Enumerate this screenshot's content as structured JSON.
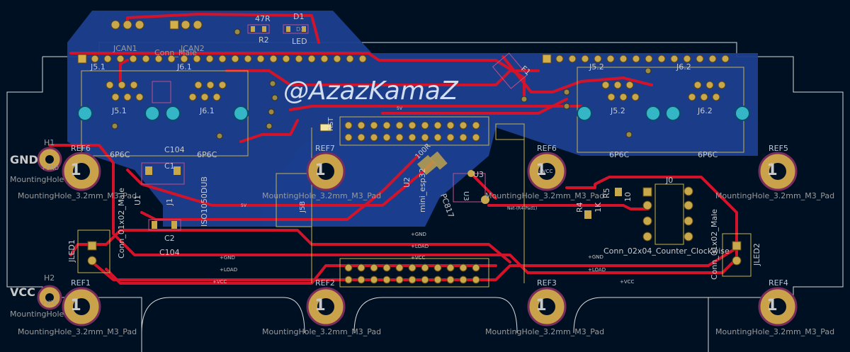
{
  "brand": "@AzazKamaZ",
  "mounting_holes": [
    {
      "ref": "REF6",
      "footprint": "MountingHole_3.2mm_M3_Pad",
      "num": "1"
    },
    {
      "ref": "REF7",
      "footprint": "MountingHole_3.2mm_M3_Pad",
      "num": "1"
    },
    {
      "ref": "REF6",
      "footprint": "MountingHole_3.2mm_M3_Pad",
      "num": "1"
    },
    {
      "ref": "REF5",
      "footprint": "MountingHole_3.2mm_M3_Pad",
      "num": "1"
    },
    {
      "ref": "REF1",
      "footprint": "MountingHole_3.2mm_M3_Pad",
      "num": "1"
    },
    {
      "ref": "REF2",
      "footprint": "MountingHole_3.2mm_M3_Pad",
      "num": "1"
    },
    {
      "ref": "REF3",
      "footprint": "MountingHole_3.2mm_M3_Pad",
      "num": "1"
    },
    {
      "ref": "REF4",
      "footprint": "MountingHole_3.2mm_M3_Pad",
      "num": "1"
    }
  ],
  "power_inputs": [
    {
      "net": "GND",
      "ref": "H1",
      "pad": "+GND",
      "footprint": "MountingHole"
    },
    {
      "net": "VCC",
      "ref": "H2",
      "pad": "+VCC",
      "footprint": "MountingHole"
    }
  ],
  "components": {
    "r2_value": "47R",
    "r2_ref": "R2",
    "d1_ref": "D1",
    "d1_value": "LED",
    "d1_pad": "D1",
    "jcan_left": "JCAN1",
    "jcan_right": "JCAN2",
    "conn_male": "Conn_Male",
    "j5_1_a": "J5.1",
    "j6_1_a": "J6.1",
    "j5_1_b": "J5.1",
    "j6_1_b": "J6.1",
    "j5_2_a": "J5.2",
    "j6_2_a": "J6.2",
    "j5_2_b": "J5.2",
    "j6_2_b": "J6.2",
    "conn_6p6c": "6P6C",
    "f1": "F1",
    "ic_iso": "ISO1050DUB",
    "u1": "U1",
    "j1": "J1",
    "c1": "C1",
    "c1_val": "C104",
    "c2": "C2",
    "c2_val": "C104",
    "u2": "U2",
    "u2_val": "mini_esp32",
    "rst": "RST",
    "j58": "J5B",
    "u3": "U3",
    "u3_val": "PC817",
    "r3": "100R",
    "r5": "R5",
    "r4": "R4",
    "r4_val": "1K",
    "r5_val": "10",
    "j0": "J0",
    "j0_val": "Conn_02x04_Counter_Clockwise",
    "jled1": "JLED1",
    "jled2": "JLED2",
    "jled_conn": "Conn_01x02_Male",
    "jled_conn_right": "Conn_01x02_Male",
    "net_gnd": "+GND",
    "net_load": "+LOAD",
    "net_vcc": "+VCC",
    "net_5v": "5V",
    "net_pad": "Net-(R4-Pad1)"
  }
}
